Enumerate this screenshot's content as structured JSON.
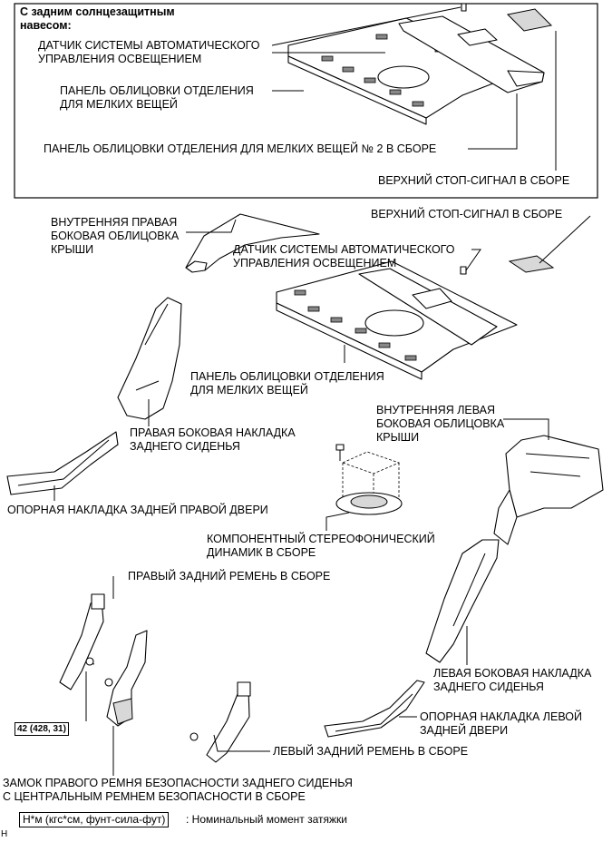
{
  "inset": {
    "title_line1": "С задним солнцезащитным",
    "title_line2": "навесом:",
    "labels": {
      "sensor_l1": "ДАТЧИК СИСТЕМЫ АВТОМАТИЧЕСКОГО",
      "sensor_l2": "УПРАВЛЕНИЯ ОСВЕЩЕНИЕМ",
      "panel_l1": "ПАНЕЛЬ ОБЛИЦОВКИ ОТДЕЛЕНИЯ",
      "panel_l2": "ДЛЯ МЕЛКИХ ВЕЩЕЙ",
      "panel2": "ПАНЕЛЬ ОБЛИЦОВКИ ОТДЕЛЕНИЯ ДЛЯ МЕЛКИХ ВЕЩЕЙ № 2 В СБОРЕ",
      "stoplight": "ВЕРХНИЙ СТОП-СИГНАЛ В СБОРЕ"
    }
  },
  "labels": {
    "stoplight": "ВЕРХНИЙ СТОП-СИГНАЛ В СБОРЕ",
    "roof_right_l1": "ВНУТРЕННЯЯ ПРАВАЯ",
    "roof_right_l2": "БОКОВАЯ ОБЛИЦОВКА",
    "roof_right_l3": "КРЫШИ",
    "sensor_l1": "ДАТЧИК СИСТЕМЫ АВТОМАТИЧЕСКОГО",
    "sensor_l2": "УПРАВЛЕНИЯ ОСВЕЩЕНИЕМ",
    "panel_l1": "ПАНЕЛЬ ОБЛИЦОВКИ ОТДЕЛЕНИЯ",
    "panel_l2": "ДЛЯ МЕЛКИХ ВЕЩЕЙ",
    "right_side_l1": "ПРАВАЯ БОКОВАЯ НАКЛАДКА",
    "right_side_l2": "ЗАДНЕГО СИДЕНЬЯ",
    "roof_left_l1": "ВНУТРЕННЯЯ ЛЕВАЯ",
    "roof_left_l2": "БОКОВАЯ ОБЛИЦОВКА",
    "roof_left_l3": "КРЫШИ",
    "right_door": "ОПОРНАЯ НАКЛАДКА ЗАДНЕЙ ПРАВОЙ ДВЕРИ",
    "speaker_l1": "КОМПОНЕНТНЫЙ СТЕРЕОФОНИЧЕСКИЙ",
    "speaker_l2": "ДИНАМИК В СБОРЕ",
    "right_belt": "ПРАВЫЙ ЗАДНИЙ РЕМЕНЬ В СБОРЕ",
    "left_side_l1": "ЛЕВАЯ БОКОВАЯ НАКЛАДКА",
    "left_side_l2": "ЗАДНЕГО СИДЕНЬЯ",
    "left_door_l1": "ОПОРНАЯ НАКЛАДКА ЛЕВОЙ",
    "left_door_l2": "ЗАДНЕЙ ДВЕРИ",
    "left_belt": "ЛЕВЫЙ ЗАДНИЙ РЕМЕНЬ В СБОРЕ",
    "buckle_l1": "ЗАМОК ПРАВОГО РЕМНЯ БЕЗОПАСНОСТИ ЗАДНЕГО СИДЕНЬЯ",
    "buckle_l2": "С ЦЕНТРАЛЬНЫМ РЕМНЕМ БЕЗОПАСНОСТИ В СБОРЕ"
  },
  "torque": "42 (428, 31)",
  "legend": {
    "unit": "Н*м (кгс*см, фунт-сила-фут)",
    "text": ": Номинальный момент затяжки"
  },
  "corner_mark": "H"
}
